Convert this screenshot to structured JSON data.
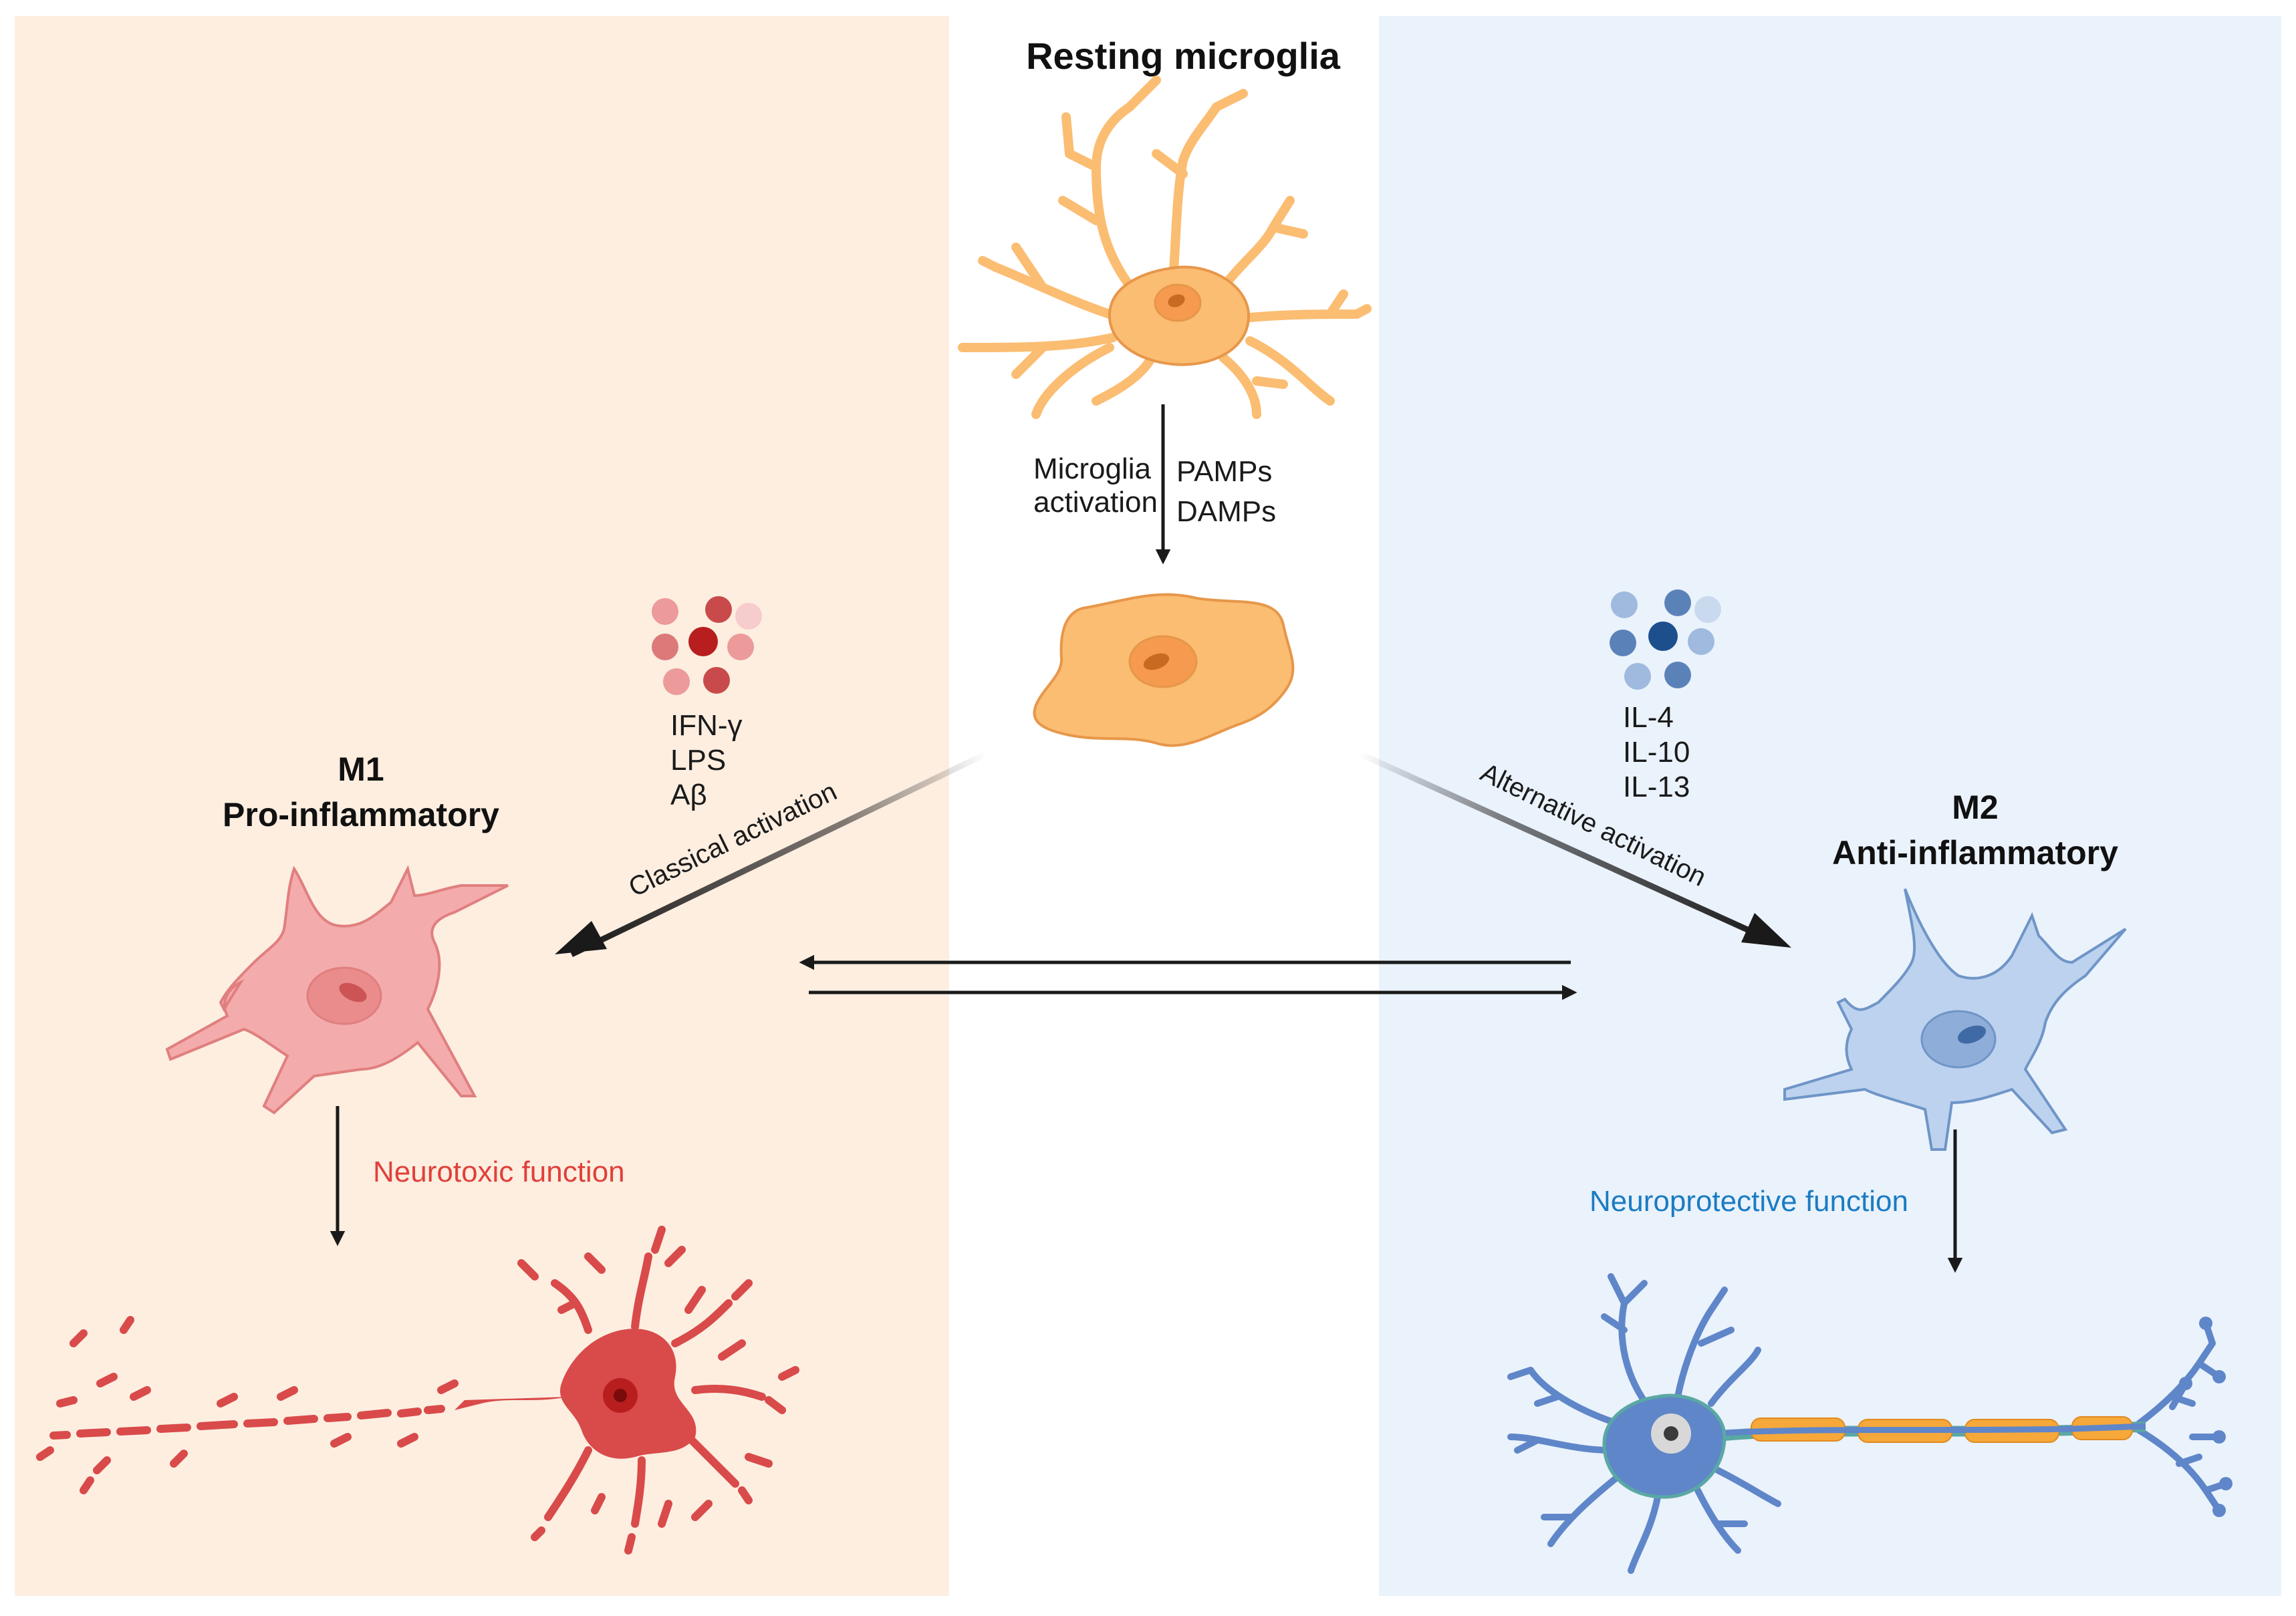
{
  "title": "Resting microglia",
  "colors": {
    "m1_panel": "#fdeee0",
    "m2_panel": "#eaf2fc",
    "resting_cell": "#fbbd72",
    "resting_outline": "#e7974a",
    "m1_cell": "#f4abab",
    "m1_outline": "#e07f7f",
    "m2_cell": "#bcd2ee",
    "m2_outline": "#6f95c7",
    "neurotoxic_text": "#e0403a",
    "neuroprotective_text": "#1a7cc2",
    "dead_neuron": "#d94a4a",
    "neuron_body": "#5f86c9",
    "neuron_outline": "#5aa8a4",
    "myelin": "#f6a83a"
  },
  "activation": {
    "left_label_line1": "Microglia",
    "left_label_line2": "activation",
    "right_label_line1": "PAMPs",
    "right_label_line2": "DAMPs"
  },
  "m1": {
    "label": "M1",
    "sublabel": "Pro-inflammatory",
    "stimuli": [
      "IFN-γ",
      "LPS",
      "Aβ"
    ],
    "pathway_label": "Classical activation",
    "function_label": "Neurotoxic function"
  },
  "m2": {
    "label": "M2",
    "sublabel": "Anti-inflammatory",
    "stimuli": [
      "IL-4",
      "IL-10",
      "IL-13"
    ],
    "pathway_label": "Alternative activation",
    "function_label": "Neuroprotective function"
  },
  "icons": {
    "resting": "resting-microglia-icon",
    "activated": "activated-microglia-icon",
    "m1": "m1-microglia-icon",
    "m2": "m2-microglia-icon",
    "dead_neuron": "fragmented-neuron-icon",
    "healthy_neuron": "myelinated-neuron-icon"
  }
}
